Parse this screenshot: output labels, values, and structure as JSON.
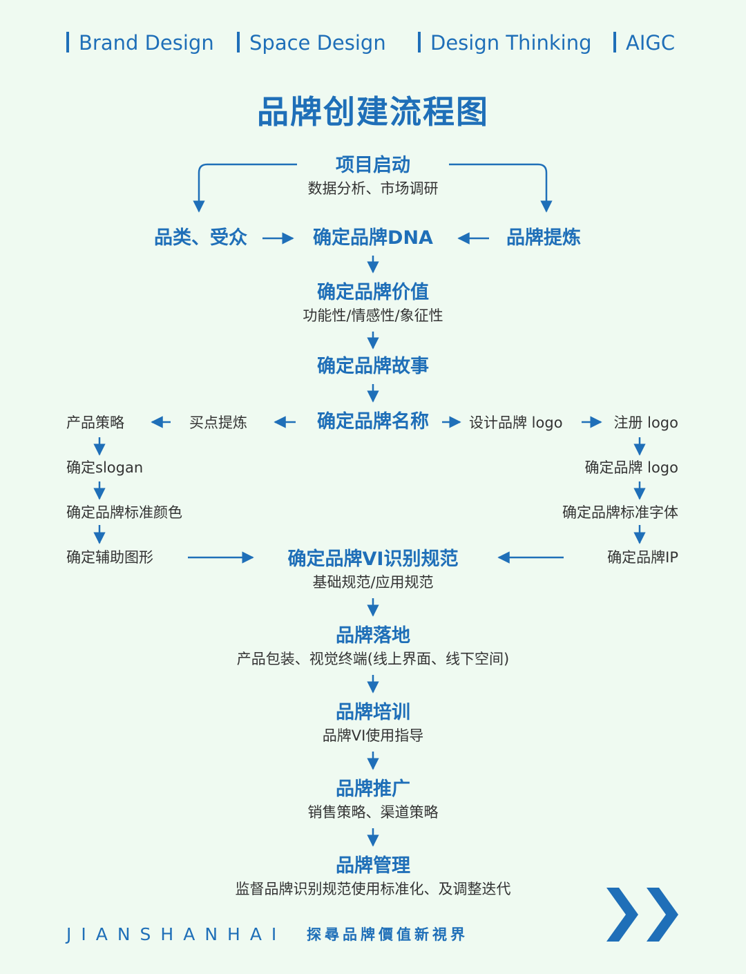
{
  "header": {
    "tags": [
      "Brand Design",
      "Space Design",
      "Design Thinking",
      "AIGC"
    ]
  },
  "title": "品牌创建流程图",
  "flow": {
    "start": {
      "title": "项目启动",
      "sub": "数据分析、市场调研"
    },
    "audience": "品类、受众",
    "dna": "确定品牌DNA",
    "refine": "品牌提炼",
    "value": {
      "title": "确定品牌价值",
      "sub": "功能性/情感性/象征性"
    },
    "story": "确定品牌故事",
    "name": "确定品牌名称",
    "left_branch": {
      "selling_points": "买点提炼",
      "product_strategy": "产品策略",
      "slogan": "确定slogan",
      "color": "确定品牌标准颜色",
      "graphics": "确定辅助图形"
    },
    "right_branch": {
      "design_logo": "设计品牌 logo",
      "register_logo": "注册 logo",
      "confirm_logo": "确定品牌 logo",
      "font": "确定品牌标准字体",
      "ip": "确定品牌IP"
    },
    "vi": {
      "title": "确定品牌VI识别规范",
      "sub": "基础规范/应用规范"
    },
    "landing": {
      "title": "品牌落地",
      "sub": "产品包装、视觉终端(线上界面、线下空间)"
    },
    "training": {
      "title": "品牌培训",
      "sub": "品牌VI使用指导"
    },
    "promotion": {
      "title": "品牌推广",
      "sub": "销售策略、渠道策略"
    },
    "management": {
      "title": "品牌管理",
      "sub": "监督品牌识别规范使用标准化、及调整迭代"
    }
  },
  "footer": {
    "brand": "JIANSHANHAI",
    "slogan": "探尋品牌價值新視界",
    "next_icon": "double-chevron-right-icon"
  },
  "colors": {
    "background": "#EFFAF1",
    "accent": "#1F6FB8",
    "text": "#333333"
  }
}
